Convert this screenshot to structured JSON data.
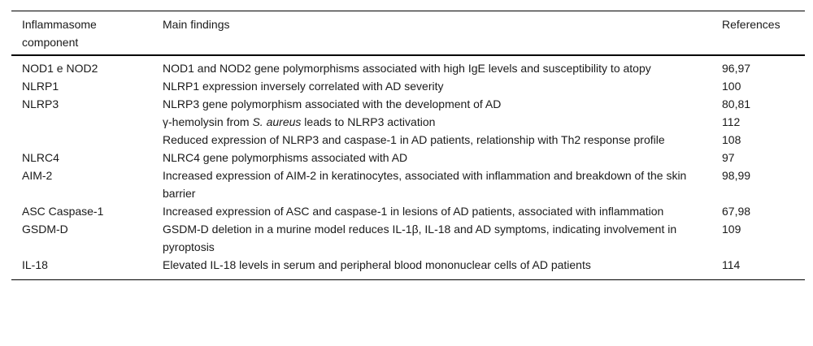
{
  "table": {
    "columns": [
      "Inflammasome component",
      "Main findings",
      "References"
    ],
    "rows": [
      {
        "component": "NOD1 e NOD2",
        "finding": [
          {
            "text": "NOD1 and NOD2 gene polymorphisms associated with high IgE levels and susceptibility to atopy"
          }
        ],
        "references": "96,97"
      },
      {
        "component": "NLRP1",
        "finding": [
          {
            "text": "NLRP1 expression inversely correlated with AD severity"
          }
        ],
        "references": "100"
      },
      {
        "component": "NLRP3",
        "finding": [
          {
            "text": "NLRP3 gene polymorphism associated with the development of AD"
          }
        ],
        "references": "80,81"
      },
      {
        "component": "",
        "finding": [
          {
            "text": "γ-hemolysin from "
          },
          {
            "text": "S. aureus",
            "italic": true
          },
          {
            "text": " leads to NLRP3 activation"
          }
        ],
        "references": "112"
      },
      {
        "component": "",
        "finding": [
          {
            "text": "Reduced expression of NLRP3 and caspase-1 in AD patients, relationship with Th2 response profile"
          }
        ],
        "references": "108"
      },
      {
        "component": "NLRC4",
        "finding": [
          {
            "text": "NLRC4 gene polymorphisms associated with AD"
          }
        ],
        "references": "97"
      },
      {
        "component": "AIM-2",
        "finding": [
          {
            "text": "Increased expression of AIM-2 in keratinocytes, associated with inflammation and breakdown of the skin barrier"
          }
        ],
        "references": "98,99"
      },
      {
        "component": "ASC Caspase-1",
        "finding": [
          {
            "text": "Increased expression of ASC and caspase-1 in lesions of AD patients, associated with inflammation"
          }
        ],
        "references": "67,98"
      },
      {
        "component": "GSDM-D",
        "finding": [
          {
            "text": "GSDM-D deletion in a murine model reduces IL-1β, IL-18 and AD symptoms, indicating involvement in pyroptosis"
          }
        ],
        "references": "109"
      },
      {
        "component": "IL-18",
        "finding": [
          {
            "text": "Elevated IL-18 levels in serum and peripheral blood mononuclear cells of AD patients"
          }
        ],
        "references": "114"
      }
    ]
  },
  "colors": {
    "text": "#1a1a1a",
    "rule": "#000000",
    "background": "#ffffff"
  }
}
